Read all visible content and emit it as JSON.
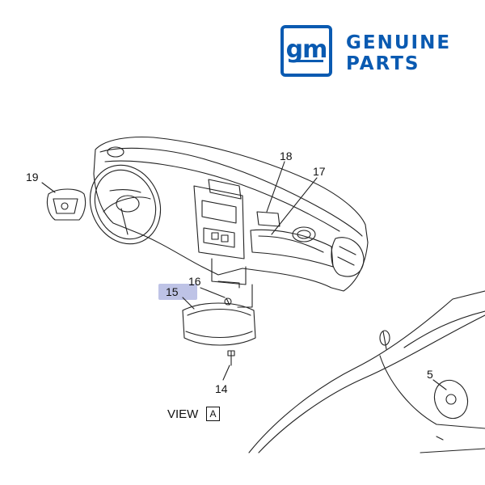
{
  "logo": {
    "mark": "gm",
    "line1": "GENUINE",
    "line2": "PARTS",
    "brand_color": "#0a5ab1"
  },
  "callouts": {
    "c19": "19",
    "c18": "18",
    "c17": "17",
    "c16": "16",
    "c15": "15",
    "c14": "14",
    "c5": "5"
  },
  "highlight_color": "#b7bde3",
  "view": {
    "label": "VIEW",
    "letter": "A"
  }
}
